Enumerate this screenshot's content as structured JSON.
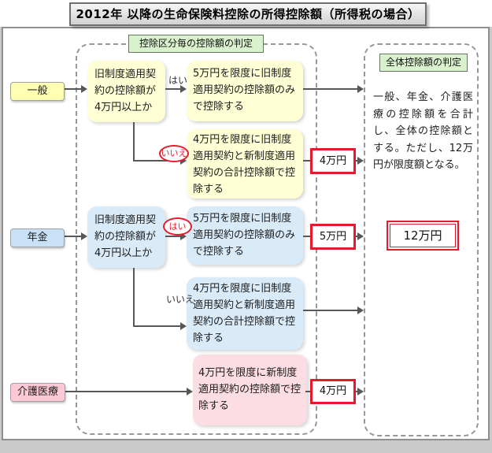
{
  "title": "2012年 以降の生命保険料控除の所得控除額（所得税の場合）",
  "left_panel": {
    "tag": "控除区分毎の控除額の判定"
  },
  "right_panel": {
    "tag": "全体控除額の判定",
    "summary": "一般、年金、介護医療の控除額を合計し、全体の控除額とする。ただし、12万円が限度額となる。",
    "total_amount": "12万円"
  },
  "rows": {
    "general": {
      "label": "一般",
      "question": "旧制度適用契約の控除額が4万円以上か",
      "yes_label": "はい",
      "yes_outcome": "5万円を限度に旧制度適用契約の控除額のみで控除する",
      "no_label": "いいえ",
      "no_outcome": "4万円を限度に旧制度適用契約と新制度適用契約の合計控除額で控除する",
      "no_amount": "4万円",
      "circled_answer": "いいえ"
    },
    "pension": {
      "label": "年金",
      "question": "旧制度適用契約の控除額が4万円以上か",
      "yes_label": "はい",
      "yes_outcome": "5万円を限度に旧制度適用契約の控除額のみで控除する",
      "yes_amount": "5万円",
      "no_label": "いいえ",
      "no_outcome": "4万円を限度に旧制度適用契約と新制度適用契約の合計控除額で控除する",
      "circled_answer": "はい"
    },
    "care": {
      "label": "介護医療",
      "outcome": "4万円を限度に新制度適用契約の控除額で控除する",
      "amount": "4万円"
    }
  },
  "colors": {
    "general_label": "#ffffb3",
    "general_box": "#ffffd6",
    "pension_label": "#c9e1f6",
    "pension_box": "#d9ebf9",
    "care_label": "#fdc9d4",
    "care_box": "#fcdde4",
    "tag_green": "#d9f2cd",
    "highlight_red": "#e8192c",
    "arrow_gray": "#575757",
    "frame_gray": "#8f8f8f"
  }
}
